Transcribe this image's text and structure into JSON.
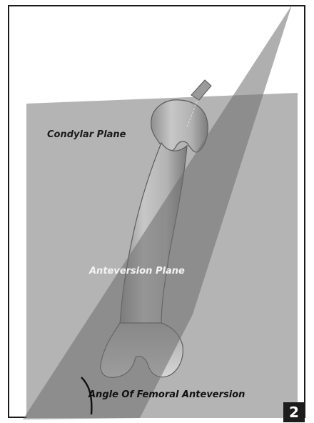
{
  "labels": {
    "condylar_plane": "Condylar Plane",
    "anteversion_plane": "Anteversion Plane",
    "angle": "Angle Of Femoral Anteversion"
  },
  "figure_number": "2",
  "colors": {
    "condylar_plane_fill": "#b4b4b4",
    "anteversion_plane_fill": "#8a8a8a",
    "bone_fill": "#bdbdbd",
    "bone_outline": "#5d5d5d",
    "angle_arc": "#111111",
    "badge_background": "#1c1c1c"
  }
}
